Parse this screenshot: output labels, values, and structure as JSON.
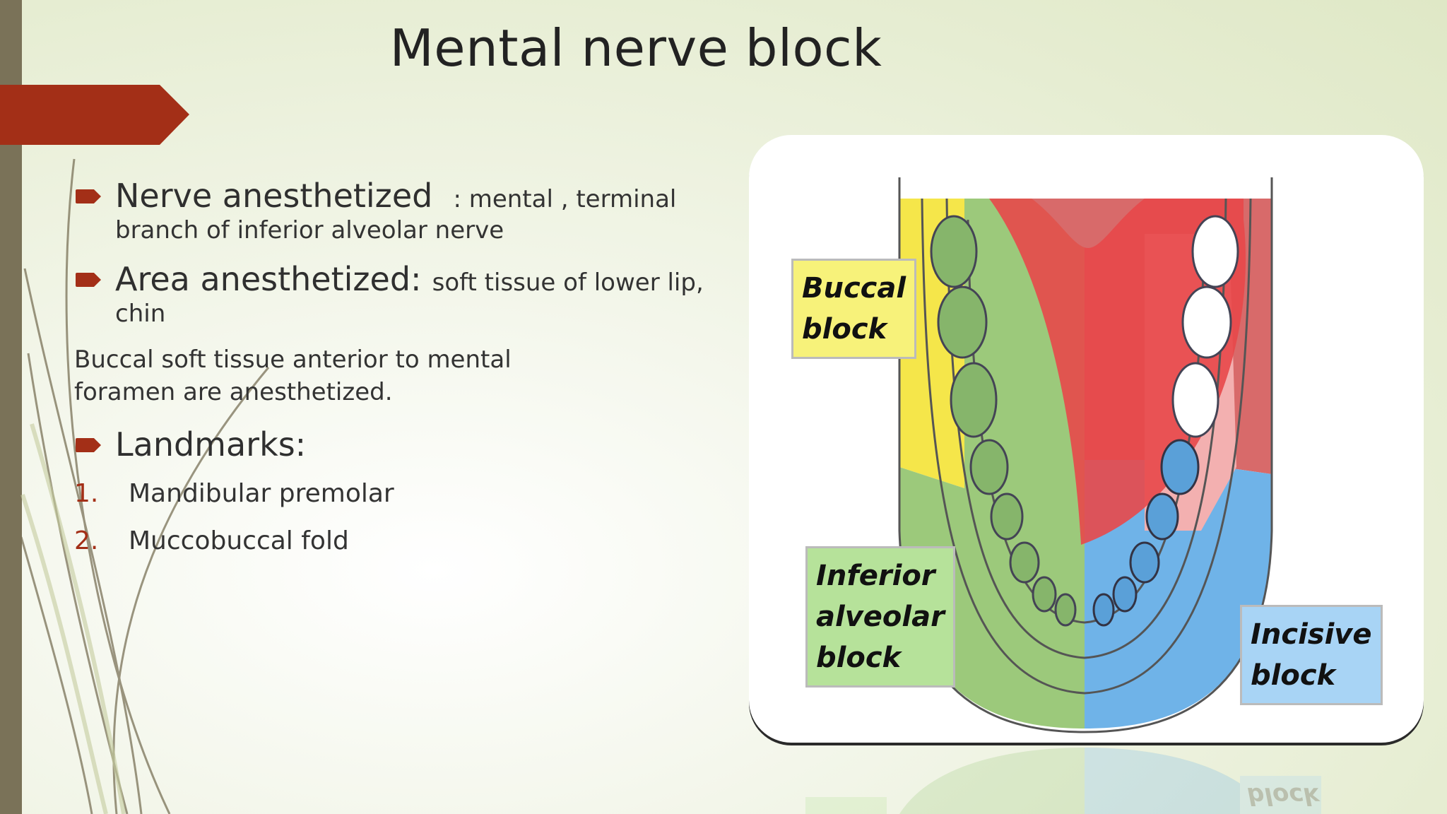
{
  "title": "Mental nerve block",
  "bullets": [
    {
      "heading": "Nerve anesthetized",
      "detail_line1": ": mental , terminal",
      "detail_line2": "branch of inferior alveolar nerve"
    },
    {
      "heading": "Area anesthetized:",
      "detail_line1": "soft tissue of lower lip,",
      "detail_line2": "chin"
    }
  ],
  "paragraph": "Buccal soft tissue anterior to mental foramen are anesthetized.",
  "landmarks_heading": "Landmarks:",
  "landmarks": [
    {
      "num": "1.",
      "text": "Mandibular premolar"
    },
    {
      "num": "2.",
      "text": "Muccobuccal fold"
    }
  ],
  "diagram": {
    "labels": {
      "buccal": [
        "Buccal",
        "block"
      ],
      "inferior": [
        "Inferior",
        "alveolar",
        "block"
      ],
      "incisive": [
        "Incisive",
        "block"
      ]
    },
    "reflection_text": "block"
  },
  "colors": {
    "accent": "#a32f17",
    "sidebar": "#7a7258",
    "buccal_zone": "#f5e64a",
    "inferior_zone": "#9cc97b",
    "incisive_zone": "#6fb3e8",
    "tongue": "#e8484a",
    "lingual_zone": "#d86a6a"
  }
}
